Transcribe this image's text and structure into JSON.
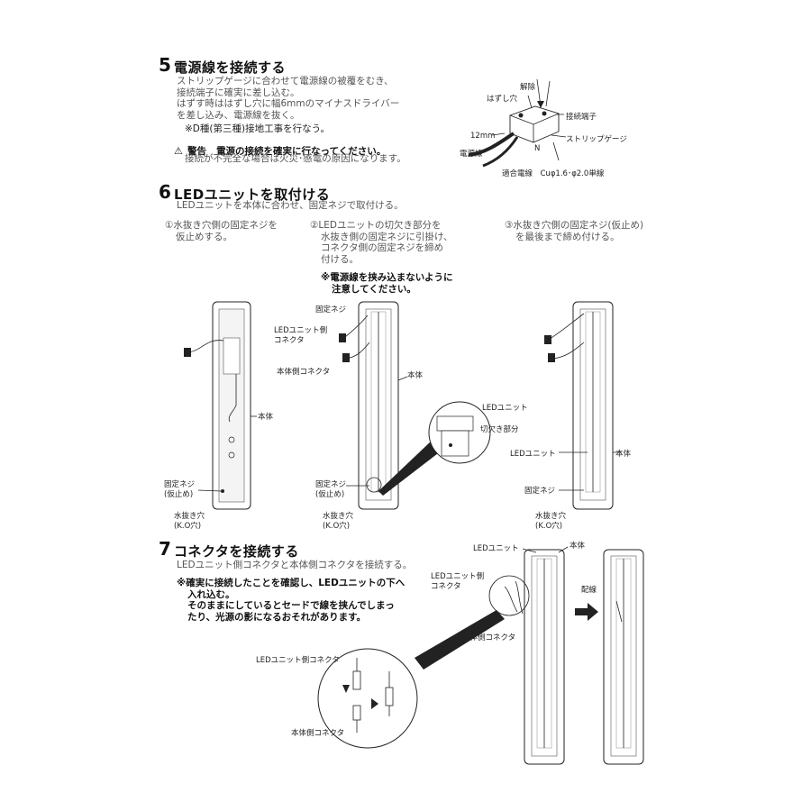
{
  "step5": {
    "number": "5",
    "title": "電源線を接続する",
    "lines": [
      "ストリップゲージに合わせて電源線の被覆をむき、",
      "接続端子に確実に差し込む。",
      "はずす時ははずし穴に幅6mmのマイナスドライバー",
      "を差し込み、電源線を抜く。"
    ],
    "note": "※D種(第三種)接地工事を行なう。",
    "warning_icon": "warning-triangle-icon",
    "warning_label": "警告",
    "warning_text": "電源の接続を確実に行なってください。",
    "warning_sub": "接続が不完全な場合は火災･感電の原因になります。",
    "diagram": {
      "kaijo": "解除",
      "hazushi": "はずし穴",
      "terminal": "接続端子",
      "mm": "12mm",
      "strip": "ストリップゲージ",
      "power": "電源線",
      "n": "N",
      "wire_spec": "適合電線　Cuφ1.6･φ2.0単線"
    }
  },
  "step6": {
    "number": "6",
    "title": "LEDユニットを取付ける",
    "intro": "LEDユニットを本体に合わせ、固定ネジで取付ける。",
    "col1": [
      "①水抜き穴側の固定ネジを",
      "仮止めする。"
    ],
    "col2": [
      "②LEDユニットの切欠き部分を",
      "水抜き側の固定ネジに引掛け、",
      "コネクタ側の固定ネジを締め",
      "付ける。"
    ],
    "col2_note": [
      "※電源線を挟み込まないように",
      "注意してください。"
    ],
    "col3": [
      "③水抜き穴側の固定ネジ(仮止め)",
      "を最後まで締め付ける。"
    ],
    "d1": {
      "body": "本体",
      "screw": [
        "固定ネジ",
        "(仮止め)"
      ],
      "hole": [
        "水抜き穴",
        "(K.O穴)"
      ]
    },
    "d2": {
      "screw_top": "固定ネジ",
      "led_conn": [
        "LEDユニット側",
        "コネクタ"
      ],
      "body_conn": "本体側コネクタ",
      "body": "本体",
      "led_unit": "LEDユニット",
      "notch": "切欠き部分",
      "screw": [
        "固定ネジ",
        "(仮止め)"
      ],
      "hole": [
        "水抜き穴",
        "(K.O穴)"
      ]
    },
    "d3": {
      "led_unit": "LEDユニット",
      "body": "本体",
      "screw": "固定ネジ",
      "hole": [
        "水抜き穴",
        "(K.O穴)"
      ]
    }
  },
  "step7": {
    "number": "7",
    "title": "コネクタを接続する",
    "intro": "LEDユニット側コネクタと本体側コネクタを接続する。",
    "notes": [
      "※確実に接続したことを確認し、LEDユニットの下へ",
      "入れ込む。",
      "そのままにしているとセードで線を挟んでしまっ",
      "たり、光源の影になるおそれがあります。"
    ],
    "led_unit": "LEDユニット",
    "body": "本体",
    "led_conn": [
      "LEDユニット側",
      "コネクタ"
    ],
    "body_conn": "本体側コネクタ",
    "detail_led_conn": "LEDユニット側コネクタ",
    "detail_body_conn": "本体側コネクタ",
    "wiring": "配線"
  }
}
